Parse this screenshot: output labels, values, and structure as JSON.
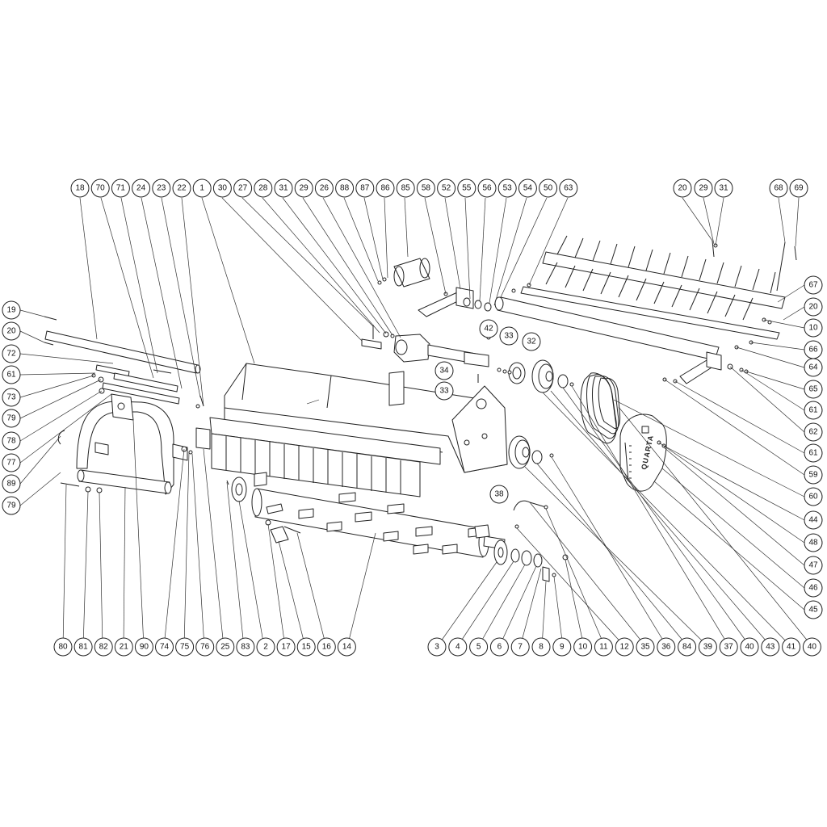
{
  "diagram": {
    "callouts_top": [
      "18",
      "70",
      "71",
      "24",
      "23",
      "22",
      "1",
      "30",
      "27",
      "28",
      "31",
      "29",
      "26",
      "88",
      "87",
      "86",
      "85",
      "58",
      "52",
      "55",
      "56",
      "53",
      "54",
      "50",
      "63"
    ],
    "callouts_top_right": [
      "20",
      "29",
      "31",
      "68",
      "69"
    ],
    "callouts_left": [
      "19",
      "20",
      "72",
      "61",
      "73",
      "79",
      "78",
      "77",
      "89",
      "79"
    ],
    "callouts_right": [
      "67",
      "20",
      "10",
      "66",
      "64",
      "65",
      "61",
      "62",
      "61",
      "59",
      "60",
      "44",
      "48",
      "47",
      "46",
      "45"
    ],
    "callouts_bottom_left": [
      "80",
      "81",
      "82",
      "21",
      "90",
      "74",
      "75",
      "76",
      "25",
      "83",
      "2",
      "17",
      "15",
      "16",
      "14"
    ],
    "callouts_bottom_right": [
      "3",
      "4",
      "5",
      "6",
      "7",
      "8",
      "9",
      "10",
      "11",
      "12",
      "35",
      "36",
      "84",
      "39",
      "37",
      "40",
      "43",
      "41",
      "40"
    ],
    "callouts_middle": [
      "42",
      "33",
      "32",
      "34",
      "33",
      "38"
    ],
    "belt_cover_logo": "QUARTA",
    "colors": {
      "line": "#222222",
      "background": "#ffffff"
    }
  }
}
